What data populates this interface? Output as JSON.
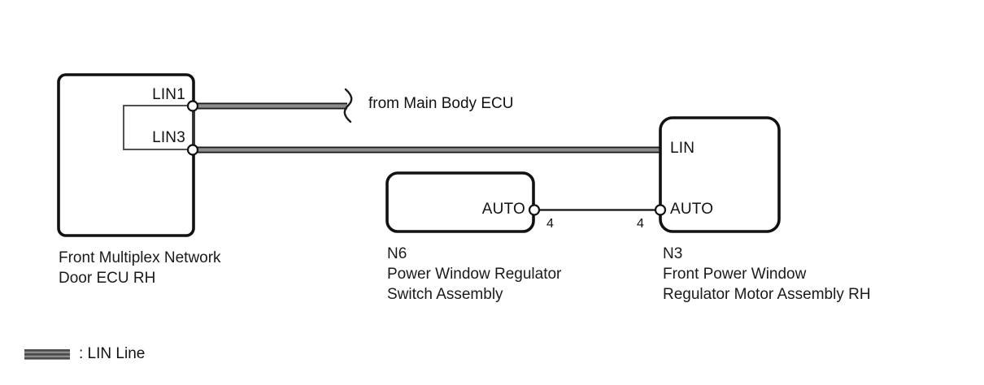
{
  "diagram": {
    "type": "automotive-wiring-schematic",
    "background_color": "#ffffff",
    "line_color": "#111111",
    "lin_line_fill": "#8c8c8c",
    "components": [
      {
        "id": "front-multiplex-network-door-ecu-rh",
        "code": "",
        "caption_line1": "Front Multiplex Network",
        "caption_line2": "Door ECU RH",
        "terminals": [
          "LIN1",
          "LIN3"
        ]
      },
      {
        "id": "power-window-regulator-switch-assembly",
        "code": "N6",
        "caption_line1": "Power Window Regulator",
        "caption_line2": "Switch Assembly",
        "terminals": [
          "AUTO"
        ]
      },
      {
        "id": "front-power-window-regulator-motor-assembly-rh",
        "code": "N3",
        "caption_line1": "Front Power Window",
        "caption_line2": "Regulator Motor Assembly RH",
        "terminals": [
          "LIN",
          "AUTO"
        ]
      }
    ]
  },
  "ecu_left": {
    "terminal_lin1": "LIN1",
    "terminal_lin3": "LIN3",
    "caption_line1": "Front Multiplex Network",
    "caption_line2": "Door ECU RH"
  },
  "switch_middle": {
    "terminal_auto": "AUTO",
    "code": "N6",
    "caption_line1": "Power Window Regulator",
    "caption_line2": "Switch Assembly"
  },
  "motor_right": {
    "terminal_lin": "LIN",
    "terminal_auto": "AUTO",
    "code": "N3",
    "caption_line1": "Front Power Window",
    "caption_line2": "Regulator Motor Assembly RH"
  },
  "wires": {
    "from_main_body_ecu_note": "from Main Body ECU",
    "pin_left": "4",
    "pin_right": "4"
  },
  "legend": {
    "lin_line_label": ": LIN Line"
  }
}
